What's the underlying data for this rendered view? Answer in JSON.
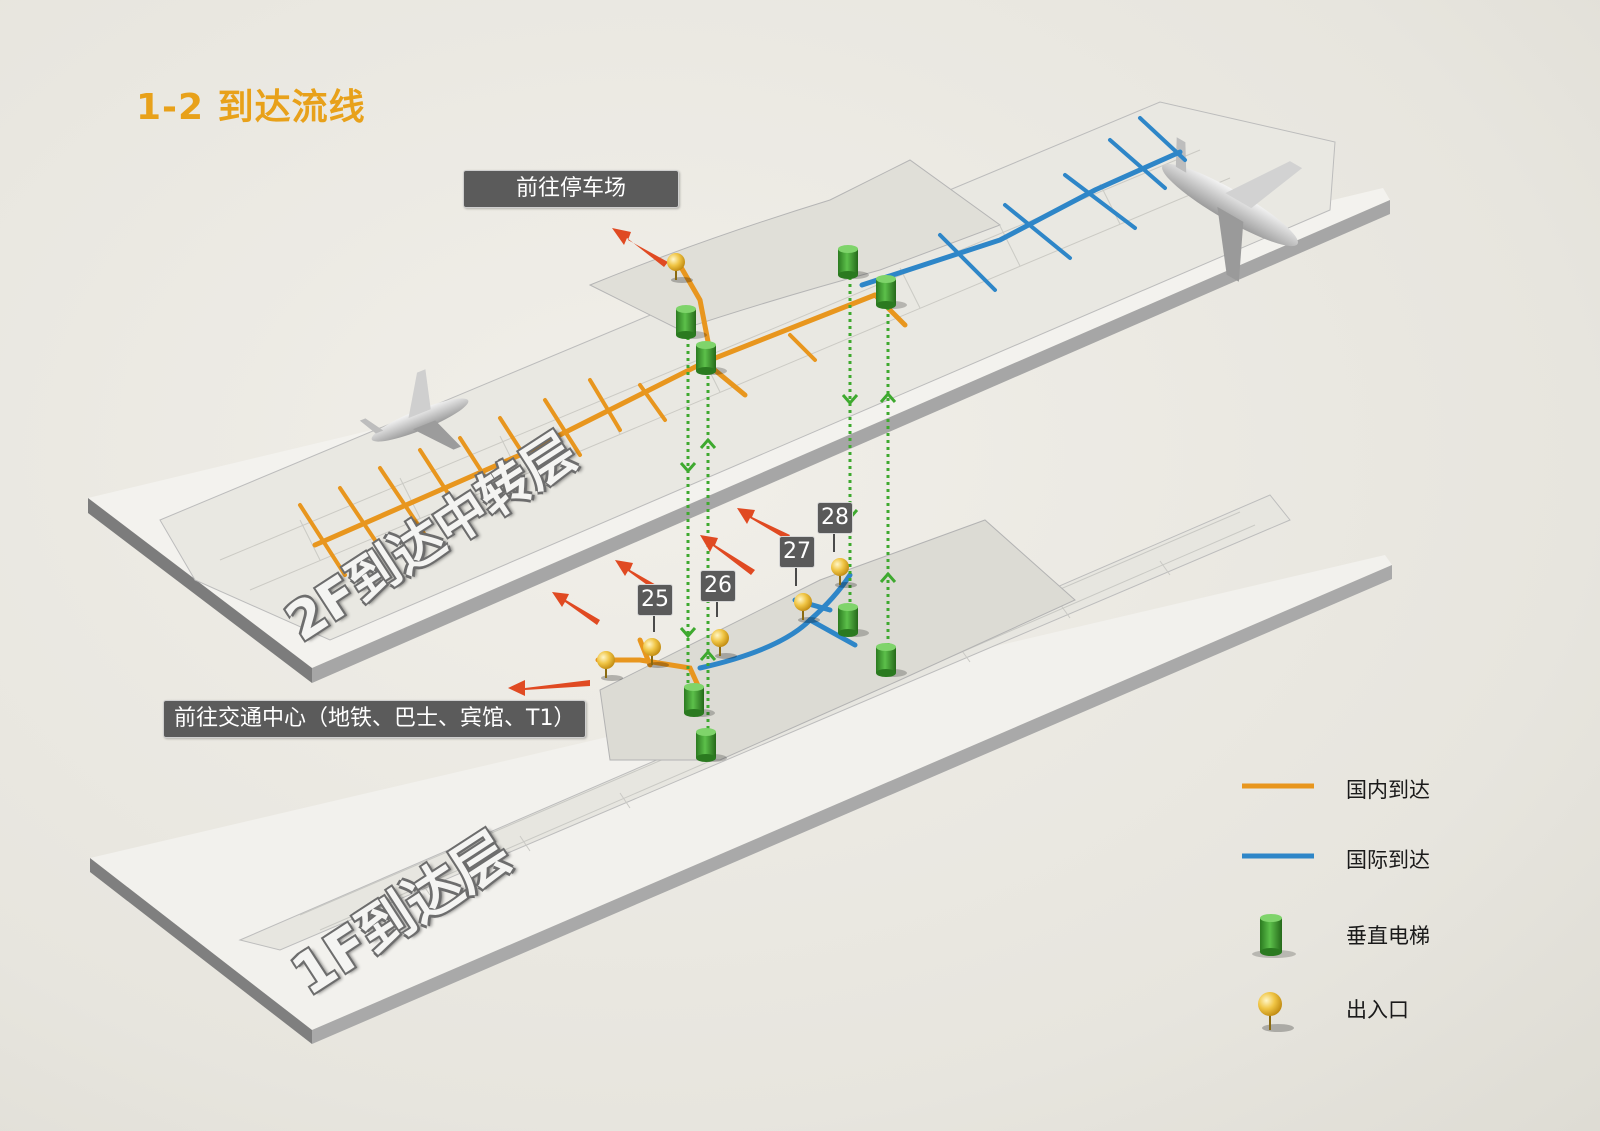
{
  "title": "1-2 到达流线",
  "callouts": {
    "parking": "前往停车场",
    "transit": "前往交通中心（地铁、巴士、宾馆、T1）"
  },
  "floors": {
    "upper": "2F到达中转层",
    "lower": "1F到达层"
  },
  "gates": [
    "25",
    "26",
    "27",
    "28"
  ],
  "legend": [
    {
      "label": "国内到达",
      "color": "#e8961e",
      "type": "line",
      "icon": "orange-line"
    },
    {
      "label": "国际到达",
      "color": "#2e86c8",
      "type": "line",
      "icon": "blue-line"
    },
    {
      "label": "垂直电梯",
      "color": "#3e9b2e",
      "type": "cylinder",
      "icon": "elevator-cylinder-icon"
    },
    {
      "label": "出入口",
      "color": "#e9b73a",
      "type": "pin",
      "icon": "map-pin-icon"
    }
  ],
  "colors": {
    "domestic": "#e8961e",
    "international": "#2e86c8",
    "elevator": "#3e9b2e",
    "exit_arrow": "#e04a22",
    "title": "#e8a11a"
  }
}
